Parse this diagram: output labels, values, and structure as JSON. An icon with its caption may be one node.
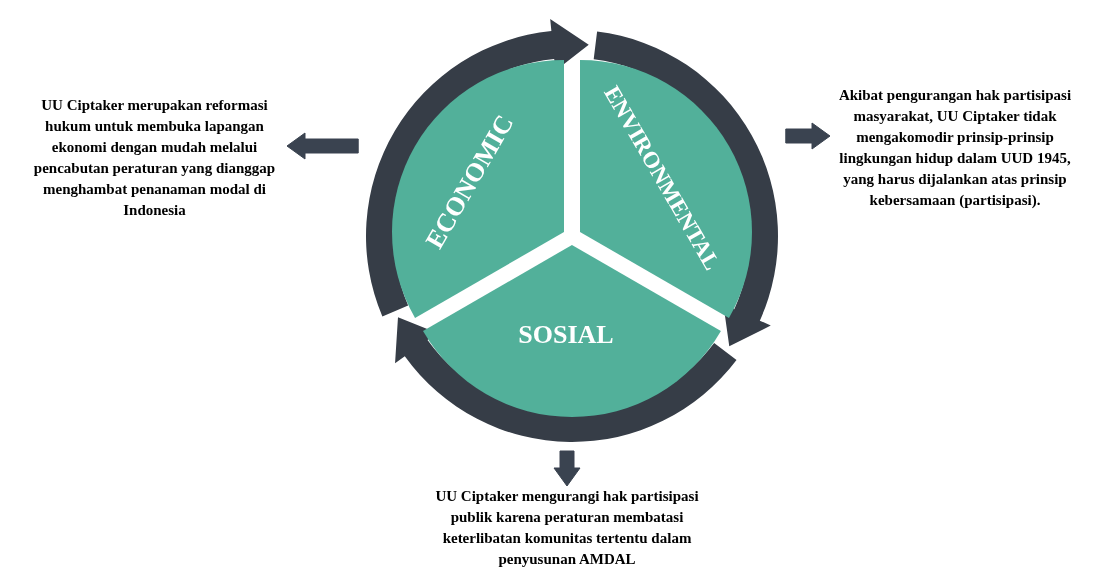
{
  "diagram": {
    "nodes": [
      {
        "text": [
          "ECONOMIC"
        ]
      },
      {
        "text": [
          "ENVIRONMENTAL"
        ]
      },
      {
        "text": [
          "SOSIAL"
        ]
      },
      {
        "text": [
          "UU Ciptaker merupakan reformasi hukum untuk membuka lapangan ekonomi dengan mudah melalui pencabutan peraturan yang dianggap menghambat penanaman modal di Indonesia"
        ]
      },
      {
        "text": [
          "Akibat pengurangan hak partisipasi masyarakat, UU Ciptaker tidak mengakomodir prinsip-prinsip lingkungan hidup dalam UUD 1945, yang harus dijalankan atas prinsip kebersamaan (partisipasi)."
        ]
      },
      {
        "text": [
          "UU Ciptaker mengurangi hak partisipasi publik karena peraturan membatasi keterlibatan komunitas tertentu dalam penyusunan AMDAL"
        ]
      }
    ],
    "edges": [
      {
        "from": 0,
        "to": 1,
        "arrow": "to",
        "style": "thick"
      },
      {
        "from": 1,
        "to": 2,
        "arrow": "to",
        "style": "thick"
      },
      {
        "from": 2,
        "to": 0,
        "arrow": "to",
        "style": "thick"
      },
      {
        "from": 0,
        "to": 3,
        "arrow": "to"
      },
      {
        "from": 1,
        "to": 4,
        "arrow": "to"
      },
      {
        "from": 2,
        "to": 5,
        "arrow": "to"
      }
    ]
  }
}
